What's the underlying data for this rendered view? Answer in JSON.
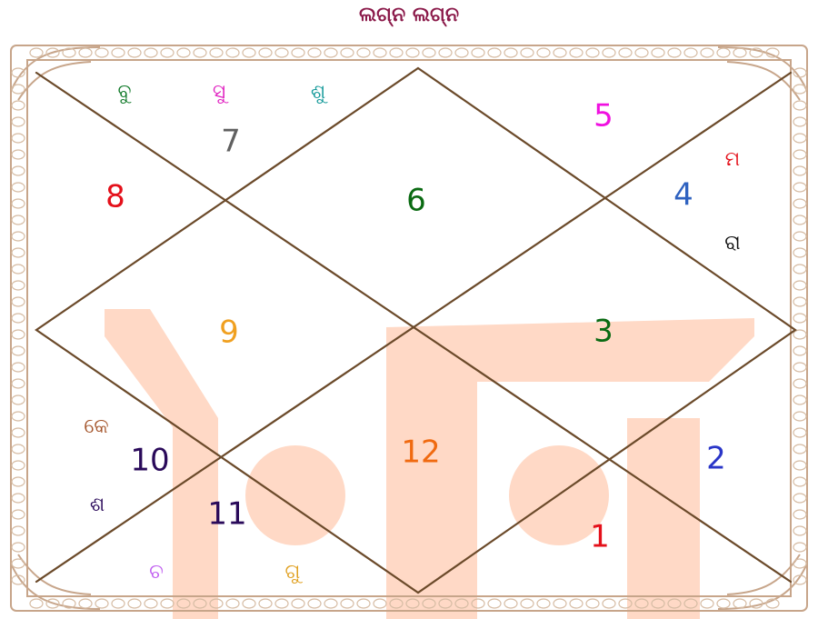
{
  "title": "ଲଗ୍ନ ଲଗ୍ନ",
  "houses": [
    {
      "number": "1",
      "color": "#e4101a"
    },
    {
      "number": "2",
      "color": "#2a36c8"
    },
    {
      "number": "3",
      "color": "#0a6a12"
    },
    {
      "number": "4",
      "color": "#2f62c0"
    },
    {
      "number": "5",
      "color": "#f010e0"
    },
    {
      "number": "6",
      "color": "#0a6a12"
    },
    {
      "number": "7",
      "color": "#606060"
    },
    {
      "number": "8",
      "color": "#e4101a"
    },
    {
      "number": "9",
      "color": "#f0a020"
    },
    {
      "number": "10",
      "color": "#2a0a5a"
    },
    {
      "number": "11",
      "color": "#2a0a5a"
    },
    {
      "number": "12",
      "color": "#f06a10"
    }
  ],
  "planets": [
    {
      "label": "ବୁ",
      "color": "#117a2a"
    },
    {
      "label": "ସୁ",
      "color": "#e020c0"
    },
    {
      "label": "ଶୁ",
      "color": "#159a9a"
    },
    {
      "label": "ମ",
      "color": "#e4101a"
    },
    {
      "label": "ରା",
      "color": "#111111"
    },
    {
      "label": "କେ",
      "color": "#a4542a"
    },
    {
      "label": "ଶ",
      "color": "#2a0a5a"
    },
    {
      "label": "ଚ",
      "color": "#c060f0"
    },
    {
      "label": "ଗୁ",
      "color": "#e0a020"
    }
  ],
  "colors": {
    "lines": "#6b4a2a",
    "border": "#c7a58a",
    "watermark": "#ffd9c6",
    "title": "#8b1a4a"
  }
}
